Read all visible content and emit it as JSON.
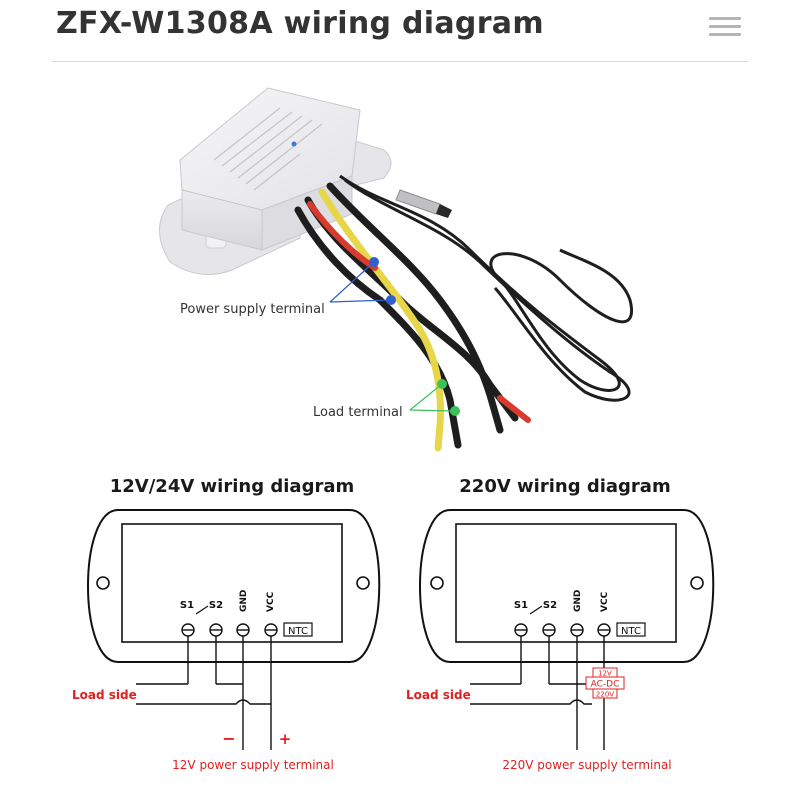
{
  "page": {
    "title": "ZFX-W1308A wiring diagram"
  },
  "photo": {
    "power_supply_label": "Power supply terminal",
    "load_label": "Load terminal"
  },
  "diagram_12v": {
    "heading": "12V/24V wiring diagram",
    "terminals": [
      "S1",
      "S2",
      "GND",
      "VCC"
    ],
    "ntc": "NTC",
    "load_side": "Load side",
    "minus": "−",
    "plus": "+",
    "power_label": "12V power supply terminal"
  },
  "diagram_220v": {
    "heading": "220V wiring diagram",
    "terminals": [
      "S1",
      "S2",
      "GND",
      "VCC"
    ],
    "ntc": "NTC",
    "load_side": "Load side",
    "module_top": "12V",
    "module_mid": "AC-DC",
    "module_bottom": "220V",
    "power_label": "220V power supply terminal"
  },
  "colors": {
    "wire_red": "#d83a2e",
    "wire_yellow": "#e8d64a",
    "wire_black": "#1e1e1e",
    "marker_blue": "#2f5fd0",
    "marker_green": "#3cc05a",
    "label_red": "#e02020"
  }
}
